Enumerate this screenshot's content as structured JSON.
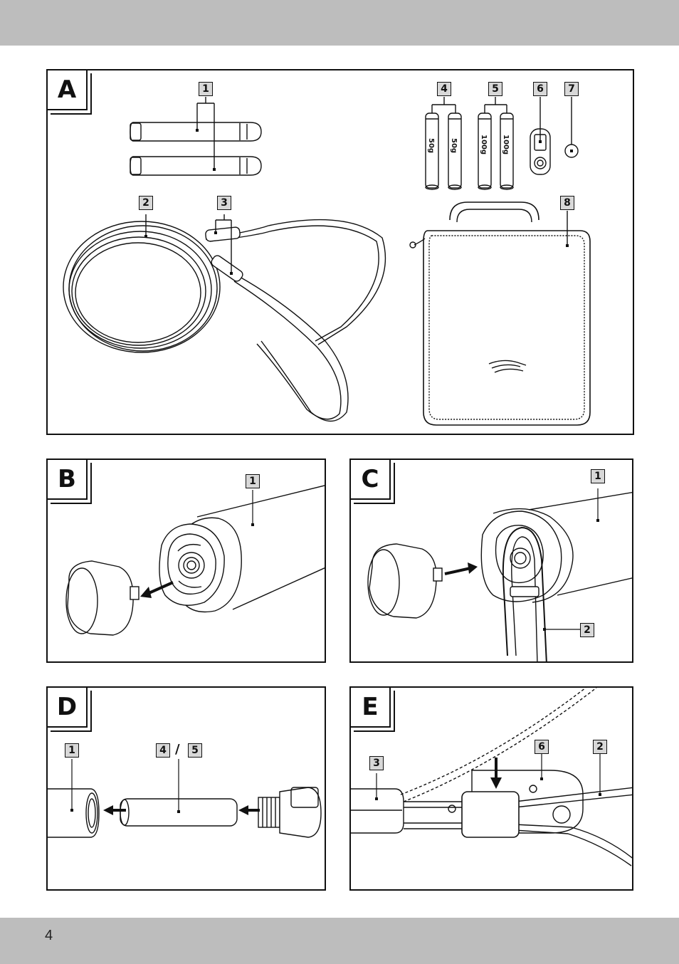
{
  "page": {
    "number": "4"
  },
  "panels": {
    "a": {
      "letter": "A",
      "callouts": [
        "1",
        "2",
        "3",
        "4",
        "5",
        "6",
        "7",
        "8"
      ],
      "weight_labels": [
        "50g",
        "50g",
        "100g",
        "100g"
      ]
    },
    "b": {
      "letter": "B",
      "callouts": [
        "1"
      ]
    },
    "c": {
      "letter": "C",
      "callouts": [
        "1",
        "2"
      ]
    },
    "d": {
      "letter": "D",
      "callouts": [
        "1",
        "4",
        "5"
      ],
      "separator": "/"
    },
    "e": {
      "letter": "E",
      "callouts": [
        "3",
        "6",
        "2"
      ]
    }
  }
}
